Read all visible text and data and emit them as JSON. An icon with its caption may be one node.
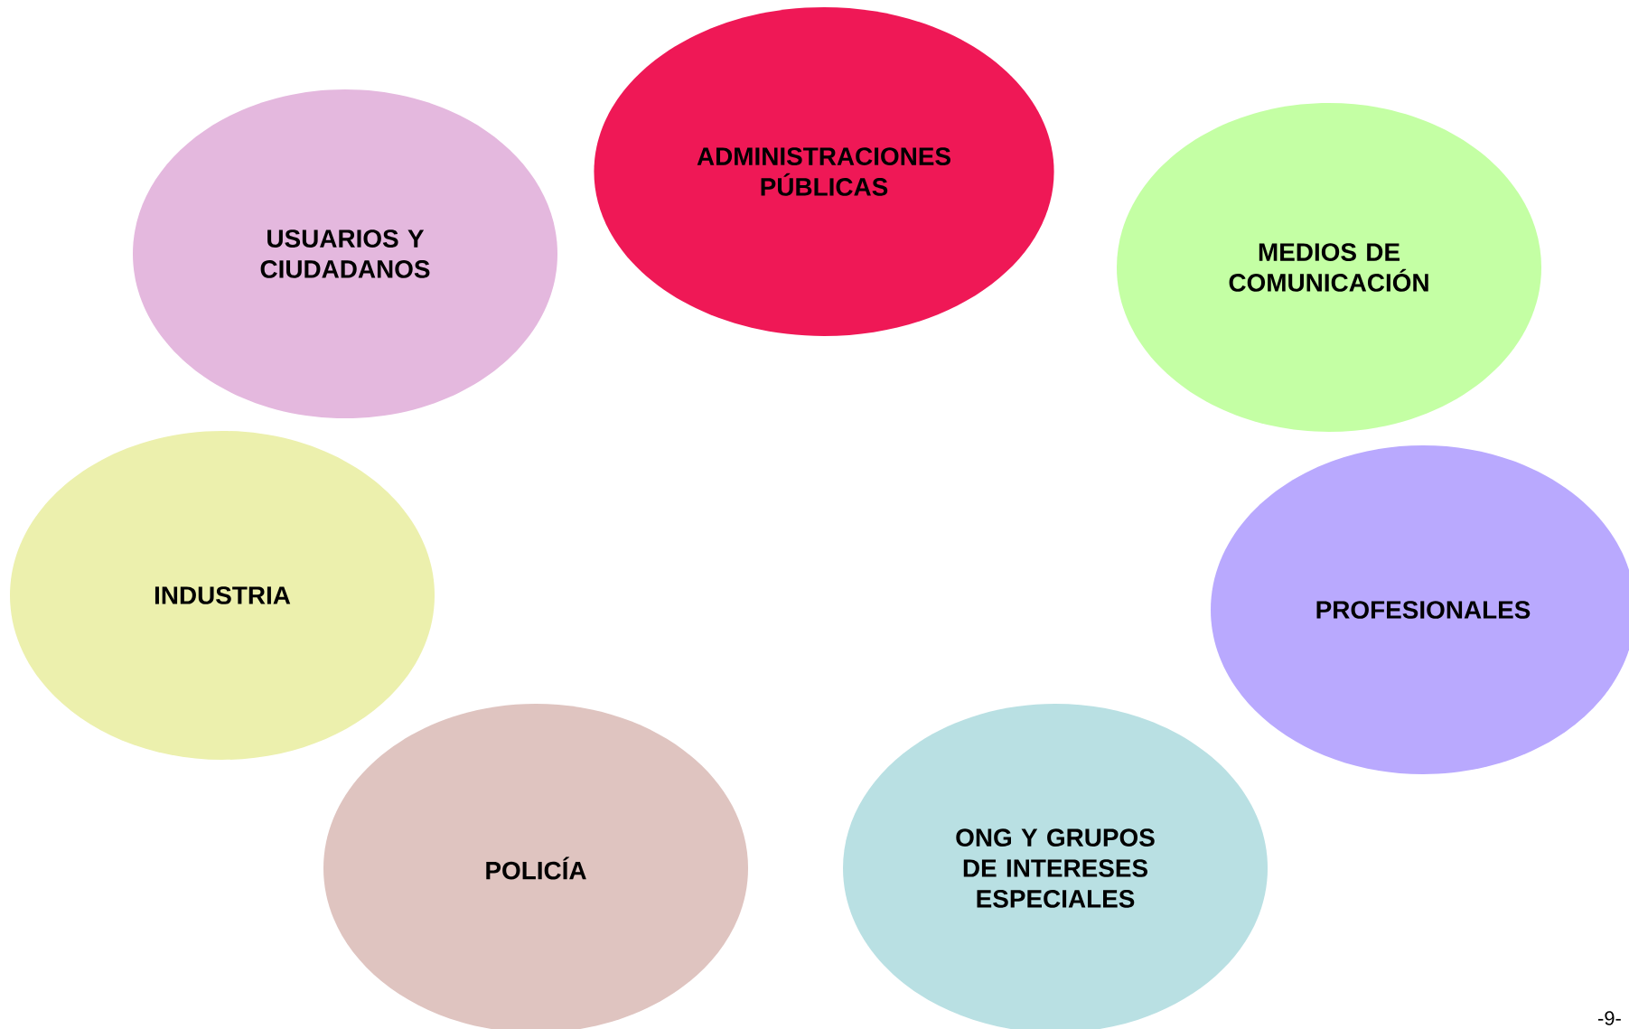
{
  "diagram": {
    "nodes": [
      {
        "text": [
          "ADMINISTRACIONES PÚBLICAS"
        ]
      },
      {
        "text": [
          "USUARIOS Y CIUDADANOS"
        ]
      },
      {
        "text": [
          "MEDIOS DE COMUNICACIÓN"
        ]
      },
      {
        "text": [
          "INDUSTRIA"
        ]
      },
      {
        "text": [
          "PROFESIONALES"
        ]
      },
      {
        "text": [
          "POLICÍA"
        ]
      },
      {
        "text": [
          "ONG Y GRUPOS DE INTERESES ESPECIALES"
        ]
      }
    ],
    "labels": [
      "-9-"
    ]
  }
}
